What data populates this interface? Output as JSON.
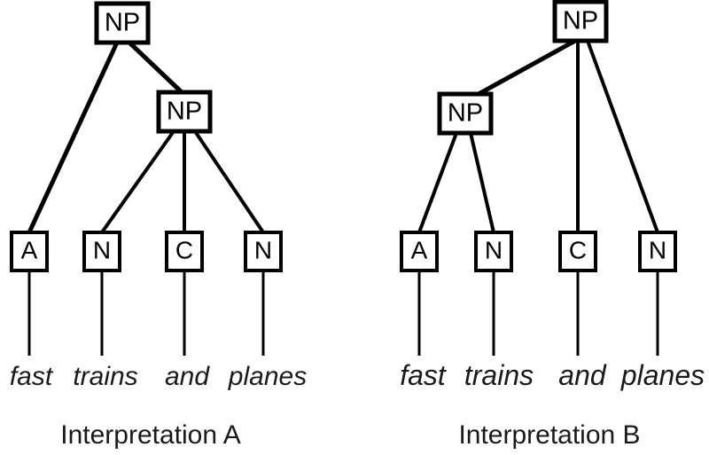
{
  "figure": {
    "background_color": "#ffffff",
    "stroke_color": "#000000",
    "text_color": "#1a1a1a"
  },
  "trees": [
    {
      "id": "interpretation-a",
      "caption": "Interpretation A",
      "nodes": {
        "root": "NP",
        "inner": "NP",
        "pos": [
          "A",
          "N",
          "C",
          "N"
        ]
      },
      "words": [
        "fast",
        "trains",
        "and",
        "planes"
      ]
    },
    {
      "id": "interpretation-b",
      "caption": "Interpretation B",
      "nodes": {
        "root": "NP",
        "inner": "NP",
        "pos": [
          "A",
          "N",
          "C",
          "N"
        ]
      },
      "words": [
        "fast",
        "trains",
        "and",
        "planes"
      ]
    }
  ]
}
